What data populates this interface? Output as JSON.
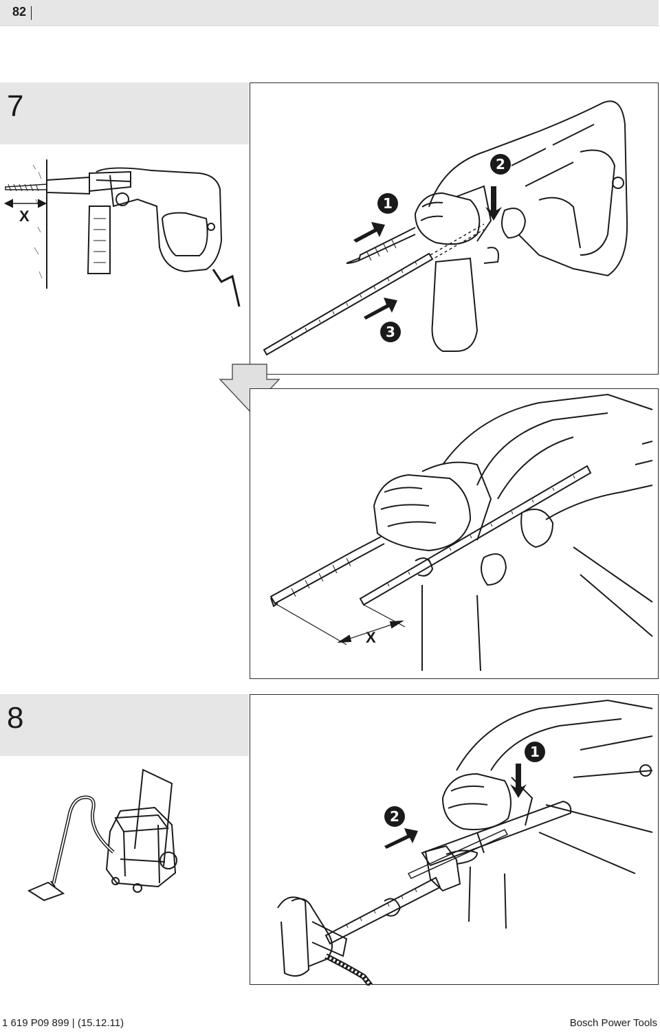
{
  "header": {
    "page_number": "82"
  },
  "figures": [
    {
      "label": "7",
      "dimension_label": "X"
    },
    {
      "label": "8"
    }
  ],
  "steps_fig7": [
    "1",
    "2",
    "3"
  ],
  "steps_fig8": [
    "1",
    "2"
  ],
  "footer": {
    "left": "1 619 P09 899 | (15.12.11)",
    "right": "Bosch Power Tools"
  },
  "colors": {
    "header_bg": "#e6e6e6",
    "line": "#1a1a1a"
  },
  "icons": [
    "drill-illustration",
    "arrow-icon",
    "down-arrow-icon",
    "vacuum-cleaner-illustration",
    "dust-extraction-attachment"
  ]
}
